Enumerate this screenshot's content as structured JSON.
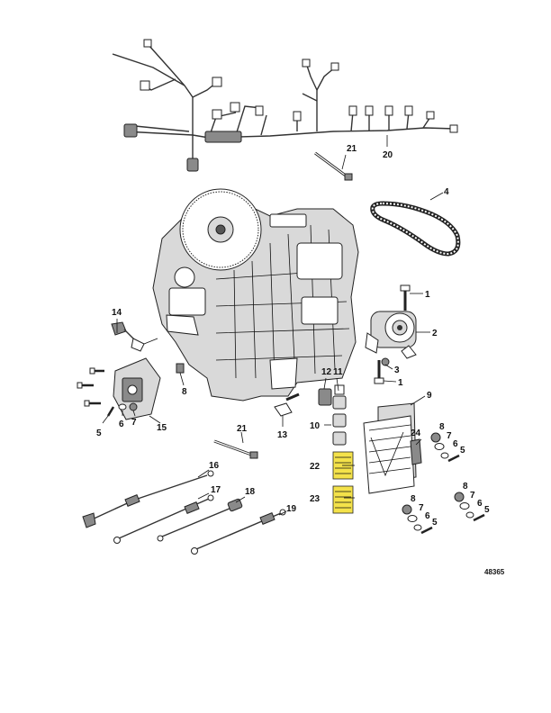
{
  "callouts": {
    "c1a": "1",
    "c1b": "1",
    "c2": "2",
    "c3": "3",
    "c4": "4",
    "c5a": "5",
    "c5b": "5",
    "c5c": "5",
    "c6a": "6",
    "c6b": "6",
    "c6c": "6",
    "c6d": "6",
    "c7a": "7",
    "c7b": "7",
    "c7c": "7",
    "c7d": "7",
    "c8a": "8",
    "c8b": "8",
    "c8c": "8",
    "c8d": "8",
    "c9": "9",
    "c10": "10",
    "c11": "11",
    "c12": "12",
    "c13": "13",
    "c14": "14",
    "c15": "15",
    "c16": "16",
    "c17": "17",
    "c18": "18",
    "c19": "19",
    "c20": "20",
    "c21a": "21",
    "c21b": "21",
    "c22": "22",
    "c23": "23",
    "c24": "24"
  },
  "figure_id": "48365"
}
